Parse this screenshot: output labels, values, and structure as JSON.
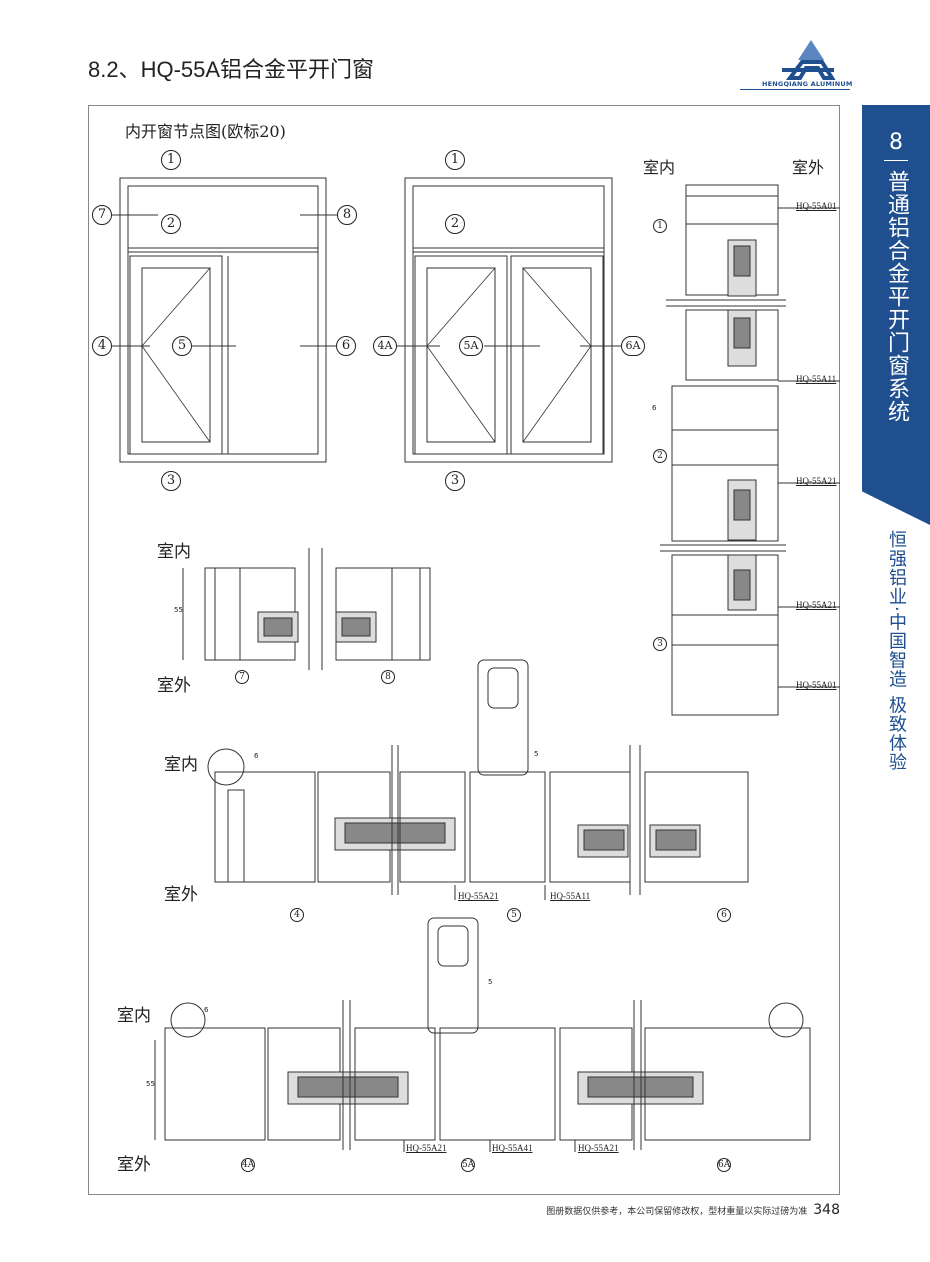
{
  "header": {
    "title": "8.2、HQ-55A铝合金平开门窗",
    "logo_text": "HENGQIANG ALUMINUM"
  },
  "sidebar": {
    "chapter": "8",
    "chapter_title": "普通铝合金平开门窗系统",
    "slogan": "恒强铝业·中国智造 极致体验"
  },
  "drawing": {
    "title": "内开窗节点图(欧标20)",
    "indoor": "室内",
    "outdoor": "室外",
    "elev1": {
      "c1": "1",
      "c2": "2",
      "c3": "3",
      "c4": "4",
      "c5": "5",
      "c6": "6",
      "c7": "7",
      "c8": "8"
    },
    "elev2": {
      "c1": "1",
      "c2": "2",
      "c3": "3",
      "c4": "4A",
      "c5": "5A",
      "c6": "6A"
    },
    "vertical": {
      "c1": "1",
      "c2": "2",
      "c3": "3",
      "codes": [
        "HQ-55A01",
        "HQ-55A11",
        "HQ-55A21",
        "HQ-55A21",
        "HQ-55A01"
      ],
      "dim": "6"
    },
    "sec78": {
      "c7": "7",
      "c8": "8",
      "dim": "55"
    },
    "sec456": {
      "c4": "4",
      "c5": "5",
      "c6": "6",
      "codes": [
        "HQ-55A21",
        "HQ-55A11"
      ],
      "dim6": "6",
      "dim5": "5"
    },
    "sec4A": {
      "c4": "4A",
      "c5": "5A",
      "c6": "6A",
      "codes": [
        "HQ-55A21",
        "HQ-55A41",
        "HQ-55A21"
      ],
      "dim6": "6",
      "dim5": "5",
      "dim55": "55"
    }
  },
  "footer": {
    "note": "图册数据仅供参考，本公司保留修改权，型材重量以实际过磅为准",
    "page": "348"
  },
  "colors": {
    "brand": "#1f4f8f"
  }
}
